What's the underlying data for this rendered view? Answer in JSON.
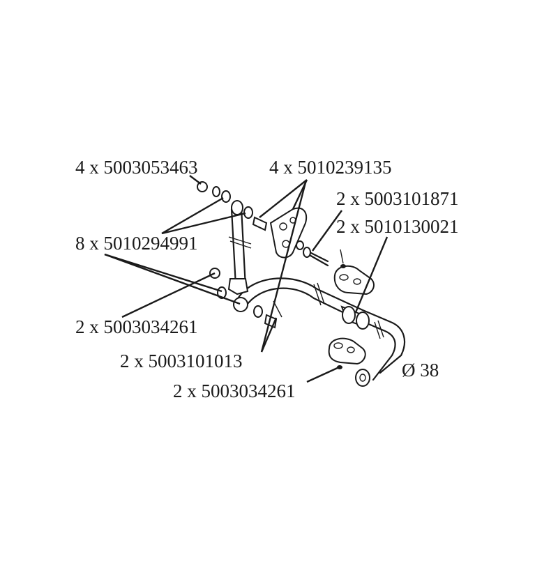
{
  "labels": {
    "nut_top": "4 x 5003053463",
    "bushing_top": "4 x 5010239135",
    "bolt_right": "2 x 5003101871",
    "clamp_right": "2 x 5010130021",
    "washer_left": "8 x 5010294991",
    "nut_mid": "2 x 5003034261",
    "bolt_mid": "2 x 5003101013",
    "nut_bottom": "2 x 5003034261",
    "diameter": "Ø 38"
  }
}
